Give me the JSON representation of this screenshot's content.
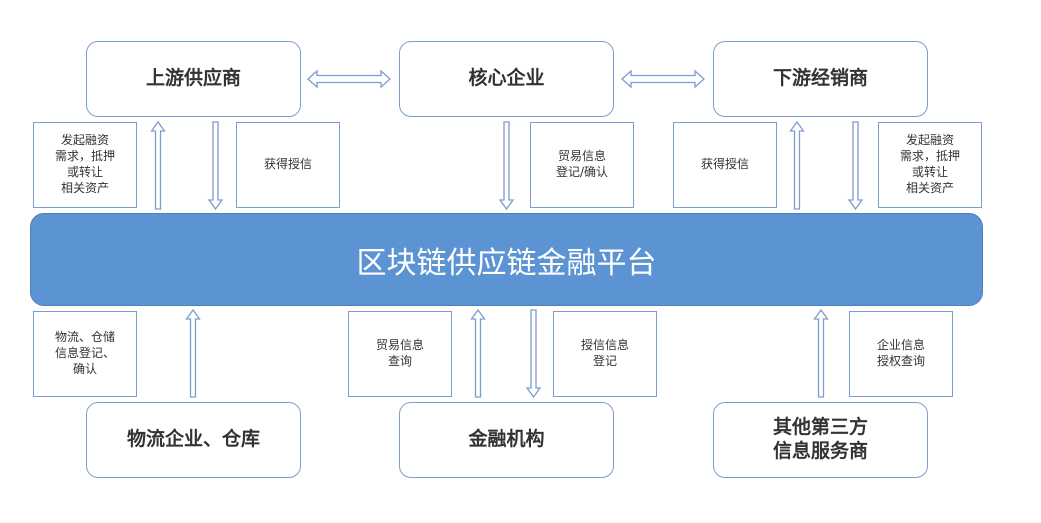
{
  "top_row": {
    "upstream_supplier": "上游供应商",
    "core_enterprise": "核心企业",
    "downstream_distributor": "下游经销商"
  },
  "platform": {
    "title": "区块链供应链金融平台"
  },
  "upper_notes": {
    "upstream_request": "发起融资\n需求，抵押\n或转让\n相关资产",
    "upstream_credit": "获得授信",
    "core_trade": "贸易信息\n登记/确认",
    "downstream_credit": "获得授信",
    "downstream_request": "发起融资\n需求，抵押\n或转让\n相关资产"
  },
  "lower_notes": {
    "logistics_register": "物流、仓储\n信息登记、\n确认",
    "trade_query": "贸易信息\n查询",
    "credit_register": "授信信息\n登记",
    "enterprise_query": "企业信息\n授权查询"
  },
  "bottom_row": {
    "logistics_warehouse": "物流企业、仓库",
    "financial_institution": "金融机构",
    "third_party": "其他第三方\n信息服务商"
  },
  "colors": {
    "platform_fill": "#5b93d3",
    "border": "#7e9ccf",
    "text": "#333333"
  }
}
